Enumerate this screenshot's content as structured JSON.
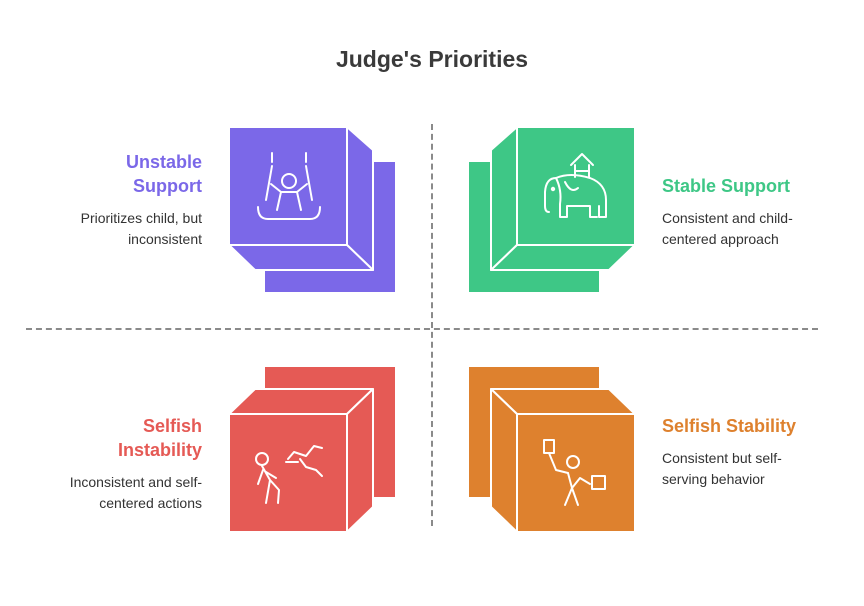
{
  "title": "Judge's Priorities",
  "quadrants": {
    "top_left": {
      "label_line1": "Unstable",
      "label_line2": "Support",
      "desc_line1": "Prioritizes child, but",
      "desc_line2": "inconsistent",
      "color": "#7b68e8",
      "icon": "swing-icon"
    },
    "top_right": {
      "label_line1": "Stable Support",
      "desc_line1": "Consistent and child-",
      "desc_line2": "centered approach",
      "color": "#3ec786",
      "icon": "elephant-icon"
    },
    "bottom_left": {
      "label_line1": "Selfish",
      "label_line2": "Instability",
      "desc_line1": "Inconsistent and self-",
      "desc_line2": "centered actions",
      "color": "#e55a55",
      "icon": "person-fleeing-icon"
    },
    "bottom_right": {
      "label_line1": "Selfish Stability",
      "desc_line1": "Consistent but self-",
      "desc_line2": "serving behavior",
      "color": "#de812e",
      "icon": "person-carrying-icon"
    }
  }
}
